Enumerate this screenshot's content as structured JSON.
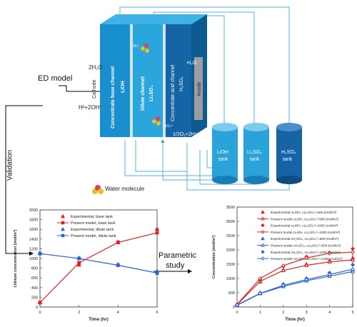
{
  "labels": {
    "ed_model": "ED model",
    "validation": "Validation",
    "parametric_1": "Parametric",
    "parametric_2": "study",
    "water_molecule": "Water molecule"
  },
  "cell": {
    "base_channel": "Concentrate base channel",
    "lioh": "LiOH",
    "dilute_channel": "Dilute channel",
    "li2so4": "Li₂SO₄",
    "acid_channel": "Concentrate acid channel",
    "h2so4": "H₂SO₄",
    "cathode": "Cathode",
    "anode": "Anode",
    "left_top": "2H₂O",
    "left_bottom": "H²+2OH⁻",
    "right_top": "H₂O",
    "right_bottom": "1/2O₂+2H⁺",
    "ion_top": "2Li⁺",
    "ion_bottom": "SO₄²⁻"
  },
  "tanks": [
    {
      "line1": "LiOH",
      "line2": "tank"
    },
    {
      "line1": "Li₂SO₄",
      "line2": "tank"
    },
    {
      "line1": "H₂SO₄",
      "line2": "tank"
    }
  ],
  "colors": {
    "base": "#1a8fd0",
    "dilute": "#2aa6dd",
    "acid": "#1464a6",
    "tank": "#29a3d9",
    "red": "#e02020",
    "blue": "#2e62d6"
  },
  "chart_data": [
    {
      "type": "line",
      "xlabel": "Time (hr)",
      "ylabel": "Lithium concentration (mol/m³)",
      "xlim": [
        0,
        6
      ],
      "ylim": [
        0,
        2000
      ],
      "xticks": [
        "0",
        "2",
        "4",
        "6"
      ],
      "yticks": [
        "0",
        "200",
        "400",
        "600",
        "800",
        "1000",
        "1200",
        "1400",
        "1600",
        "1800",
        "2000"
      ],
      "legend_position": "top-center",
      "series": [
        {
          "name": "Experimental, base tank",
          "color": "#e02020",
          "marker": "triangle",
          "line": false,
          "x": [
            0,
            2,
            4,
            6
          ],
          "y": [
            100,
            870,
            1340,
            1610
          ]
        },
        {
          "name": "Present model, base tank",
          "color": "#e02020",
          "marker": "square",
          "line": true,
          "x": [
            0,
            2,
            4,
            6
          ],
          "y": [
            90,
            910,
            1330,
            1530
          ]
        },
        {
          "name": "Experimental, dilute tank",
          "color": "#2e62d6",
          "marker": "triangle",
          "line": false,
          "x": [
            0,
            2,
            4,
            6
          ],
          "y": [
            1110,
            1010,
            880,
            740
          ]
        },
        {
          "name": "Present model, dilute tank",
          "color": "#2e62d6",
          "marker": "square",
          "line": true,
          "x": [
            0,
            2,
            4,
            6
          ],
          "y": [
            1100,
            1000,
            860,
            700
          ]
        }
      ]
    },
    {
      "type": "line",
      "xlabel": "Time (hr)",
      "ylabel": "Concentration (mol/m³)",
      "xlim": [
        0,
        5
      ],
      "ylim": [
        0,
        3500
      ],
      "xticks": [
        "0",
        "1",
        "2",
        "3",
        "4",
        "5"
      ],
      "yticks": [
        "0",
        "500",
        "1000",
        "1500",
        "2000",
        "2500",
        "3000",
        "3500"
      ],
      "legend_position": "top-right",
      "series": [
        {
          "name": "Experimental cLiOH, cLi₂SO₄⁰=500 (mol/m³)",
          "color": "#e02020",
          "marker": "triangle",
          "filled": true,
          "line": false,
          "x": [
            0,
            1,
            2,
            3,
            4,
            5
          ],
          "y": [
            80,
            880,
            1300,
            1500,
            1620,
            1720
          ]
        },
        {
          "name": "Present model cLiOH, cLi₂SO₄⁰=500 (mol/m³)",
          "color": "#e02020",
          "marker": "triangle",
          "filled": false,
          "line": true,
          "x": [
            0,
            1,
            2,
            3,
            4,
            5
          ],
          "y": [
            80,
            900,
            1280,
            1460,
            1580,
            1650
          ]
        },
        {
          "name": "Experimental cLiOH, cLi₂SO₄⁰=1000 (mol/m³)",
          "color": "#e02020",
          "marker": "diamond",
          "filled": true,
          "line": false,
          "x": [
            0,
            1,
            2,
            3,
            4,
            5
          ],
          "y": [
            90,
            950,
            1420,
            1760,
            1900,
            2040
          ]
        },
        {
          "name": "Present model cLiOH, cLi₂SO₄⁰=1000 (mol/m³)",
          "color": "#e02020",
          "marker": "diamond",
          "filled": false,
          "line": true,
          "x": [
            0,
            1,
            2,
            3,
            4,
            5
          ],
          "y": [
            90,
            1000,
            1450,
            1720,
            1880,
            1920
          ]
        },
        {
          "name": "Experimental cH₂SO₄, cLi₂SO₄⁰=500 (mol/m³)",
          "color": "#2e62d6",
          "marker": "triangle",
          "filled": true,
          "line": false,
          "x": [
            0,
            1,
            2,
            3,
            4,
            5
          ],
          "y": [
            60,
            500,
            760,
            960,
            1130,
            1300
          ]
        },
        {
          "name": "Present model cH₂SO₄, cLi₂SO₄⁰=500 (mol/m³)",
          "color": "#2e62d6",
          "marker": "triangle",
          "filled": false,
          "line": true,
          "x": [
            0,
            1,
            2,
            3,
            4,
            5
          ],
          "y": [
            60,
            470,
            720,
            920,
            1080,
            1240
          ]
        },
        {
          "name": "Experimental cH₂SO₄, cLi₂SO₄⁰=1000 (mol/m³)",
          "color": "#2e62d6",
          "marker": "diamond",
          "filled": true,
          "line": false,
          "x": [
            0,
            1,
            2,
            3,
            4,
            5
          ],
          "y": [
            70,
            500,
            800,
            1000,
            1200,
            1480
          ]
        },
        {
          "name": "Present model cH₂SO₄, cLi₂SO₄⁰=1000 (mol/m³)",
          "color": "#2e62d6",
          "marker": "diamond",
          "filled": false,
          "line": true,
          "x": [
            0,
            1,
            2,
            3,
            4,
            5
          ],
          "y": [
            70,
            480,
            760,
            960,
            1140,
            1320
          ]
        }
      ]
    }
  ]
}
